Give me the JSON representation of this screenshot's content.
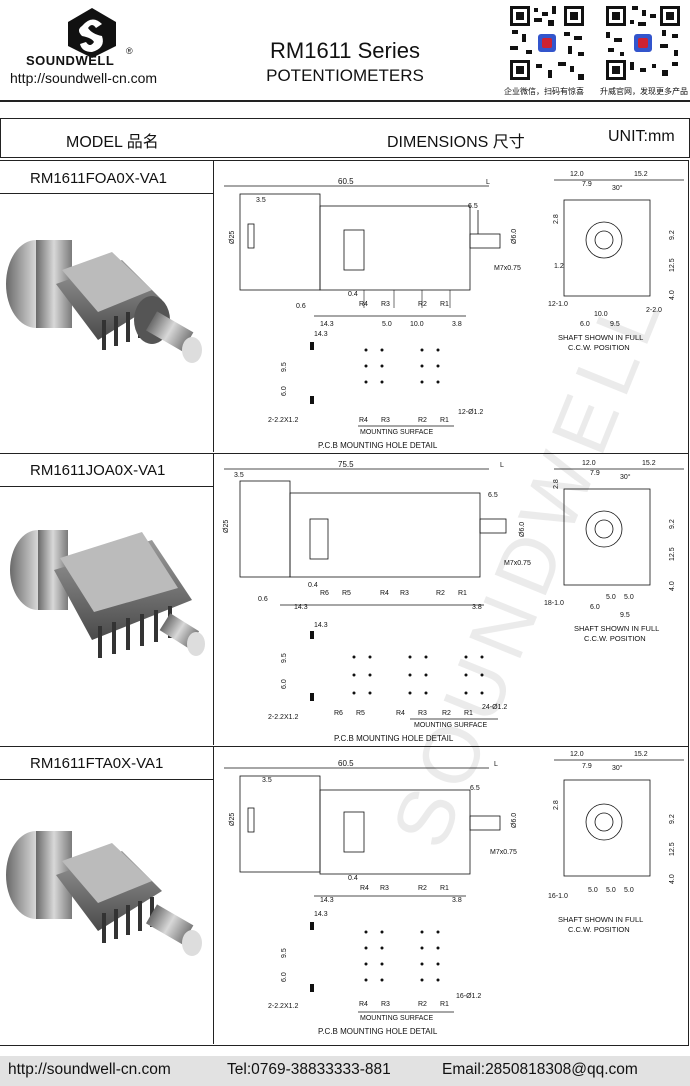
{
  "header": {
    "brand": "SOUNDWELL",
    "reg": "®",
    "website": "http://soundwell-cn.com",
    "series": "RM1611 Series",
    "subtitle": "POTENTIOMETERS",
    "qr_wechat_caption": "企业微信，扫码有惊喜",
    "qr_site_caption": "升威官网，发现更多产品"
  },
  "table_header": {
    "model": "MODEL 品名",
    "dimensions": "DIMENSIONS 尺寸",
    "unit": "UNIT:mm"
  },
  "sections": [
    {
      "part": "RM1611FOA0X-VA1",
      "length": "60.5",
      "labels_pins": [
        "R4",
        "R3",
        "R2",
        "R1"
      ],
      "pcb_labels": [
        "R4",
        "R3",
        "R2",
        "R1"
      ],
      "hole": "12-Ø1.2",
      "pin_note": "12-1.0",
      "right_bottom": [
        "10.0",
        "6.0",
        "9.5"
      ]
    },
    {
      "part": "RM1611JOA0X-VA1",
      "length": "75.5",
      "labels_pins": [
        "R6",
        "R5",
        "R4",
        "R3",
        "R2",
        "R1"
      ],
      "pcb_labels": [
        "R6",
        "R5",
        "R4",
        "R3",
        "R2",
        "R1"
      ],
      "hole": "24-Ø1.2",
      "pin_note": "18-1.0",
      "right_bottom": [
        "6.0",
        "5.0",
        "5.0",
        "9.5"
      ]
    },
    {
      "part": "RM1611FTA0X-VA1",
      "length": "60.5",
      "labels_pins": [
        "R4",
        "R3",
        "R2",
        "R1"
      ],
      "pcb_labels": [
        "R4",
        "R3",
        "R2",
        "R1"
      ],
      "hole": "16-Ø1.2",
      "pin_note": "16-1.0",
      "right_bottom": [
        "5.0",
        "5.0",
        "5.0"
      ]
    }
  ],
  "common": {
    "shaft_note_1": "SHAFT SHOWN IN FULL",
    "shaft_note_2": "C.C.W. POSITION",
    "mounting_surface": "MOUNTING SURFACE",
    "pcb_detail": "P.C.B MOUNTING HOLE DETAIL",
    "thread": "M7x0.75",
    "slot": "2-2.2X1.2",
    "dim_14_3": "14.3",
    "dim_12_0": "12.0",
    "dim_15_2": "15.2",
    "dim_7_9": "7.9",
    "dim_30": "30°",
    "dim_25": "Ø25",
    "dim_6": "Ø6.0",
    "dim_6_5": "6.5",
    "dim_L": "L",
    "dim_3_5": "3.5",
    "dim_0_6": "0.6",
    "dim_0_4": "0.4",
    "dim_1_2": "1.2",
    "dim_9_2": "9.2",
    "dim_12_5": "12.5",
    "dim_4_0": "4.0",
    "dim_2_8": "2.8",
    "dim_9_5": "9.5",
    "dim_6_0": "6.0",
    "dim_5_0": "5.0",
    "dim_10_0": "10.0",
    "dim_3_8": "3.8",
    "dim_2_2": "2-2.0"
  },
  "footer": {
    "url": "http://soundwell-cn.com",
    "tel": "Tel:0769-38833333-881",
    "email": "Email:2850818308@qq.com"
  },
  "watermark": "SOUNDWELL"
}
